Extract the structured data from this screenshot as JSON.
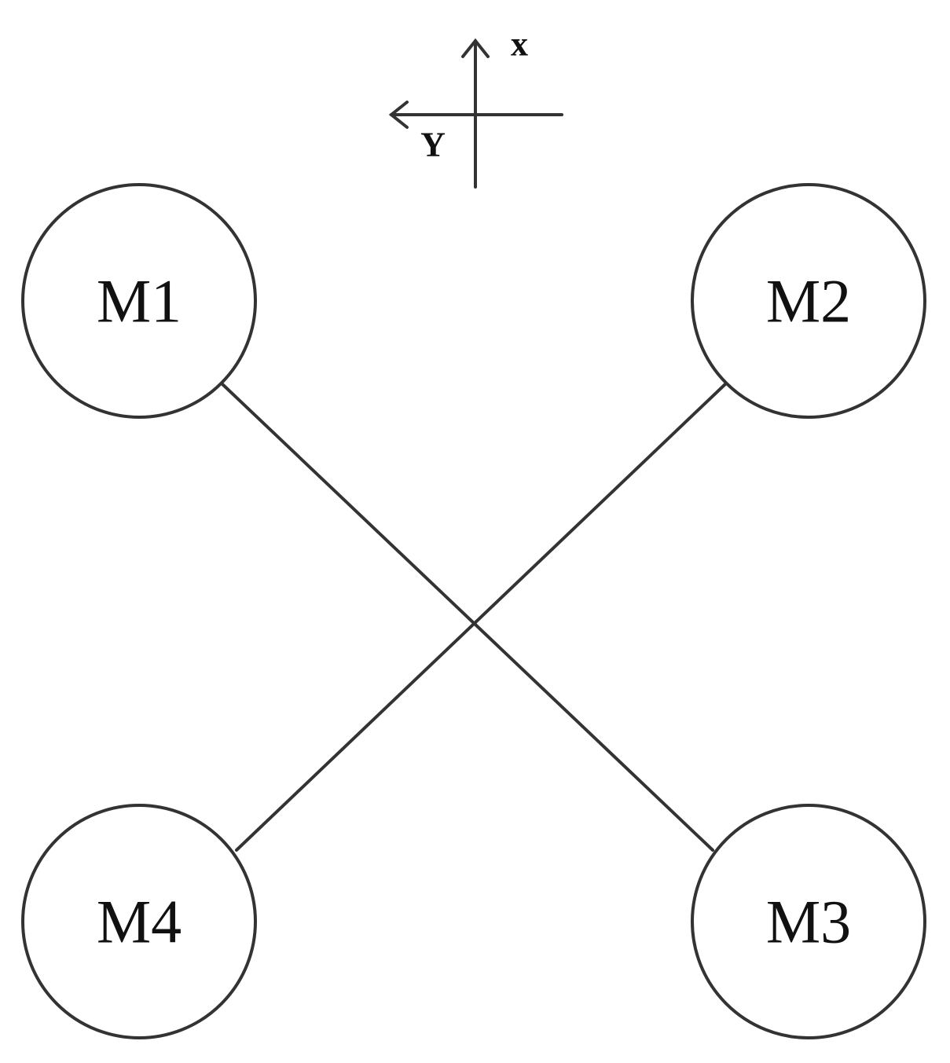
{
  "axes": {
    "x_label": "x",
    "y_label": "Y"
  },
  "nodes": [
    {
      "id": "M1",
      "label": "M1"
    },
    {
      "id": "M2",
      "label": "M2"
    },
    {
      "id": "M3",
      "label": "M3"
    },
    {
      "id": "M4",
      "label": "M4"
    }
  ],
  "links": [
    {
      "from": "M1",
      "to": "M3"
    },
    {
      "from": "M2",
      "to": "M4"
    }
  ],
  "colors": {
    "line": "#333333",
    "text": "#111111",
    "background": "#ffffff"
  }
}
